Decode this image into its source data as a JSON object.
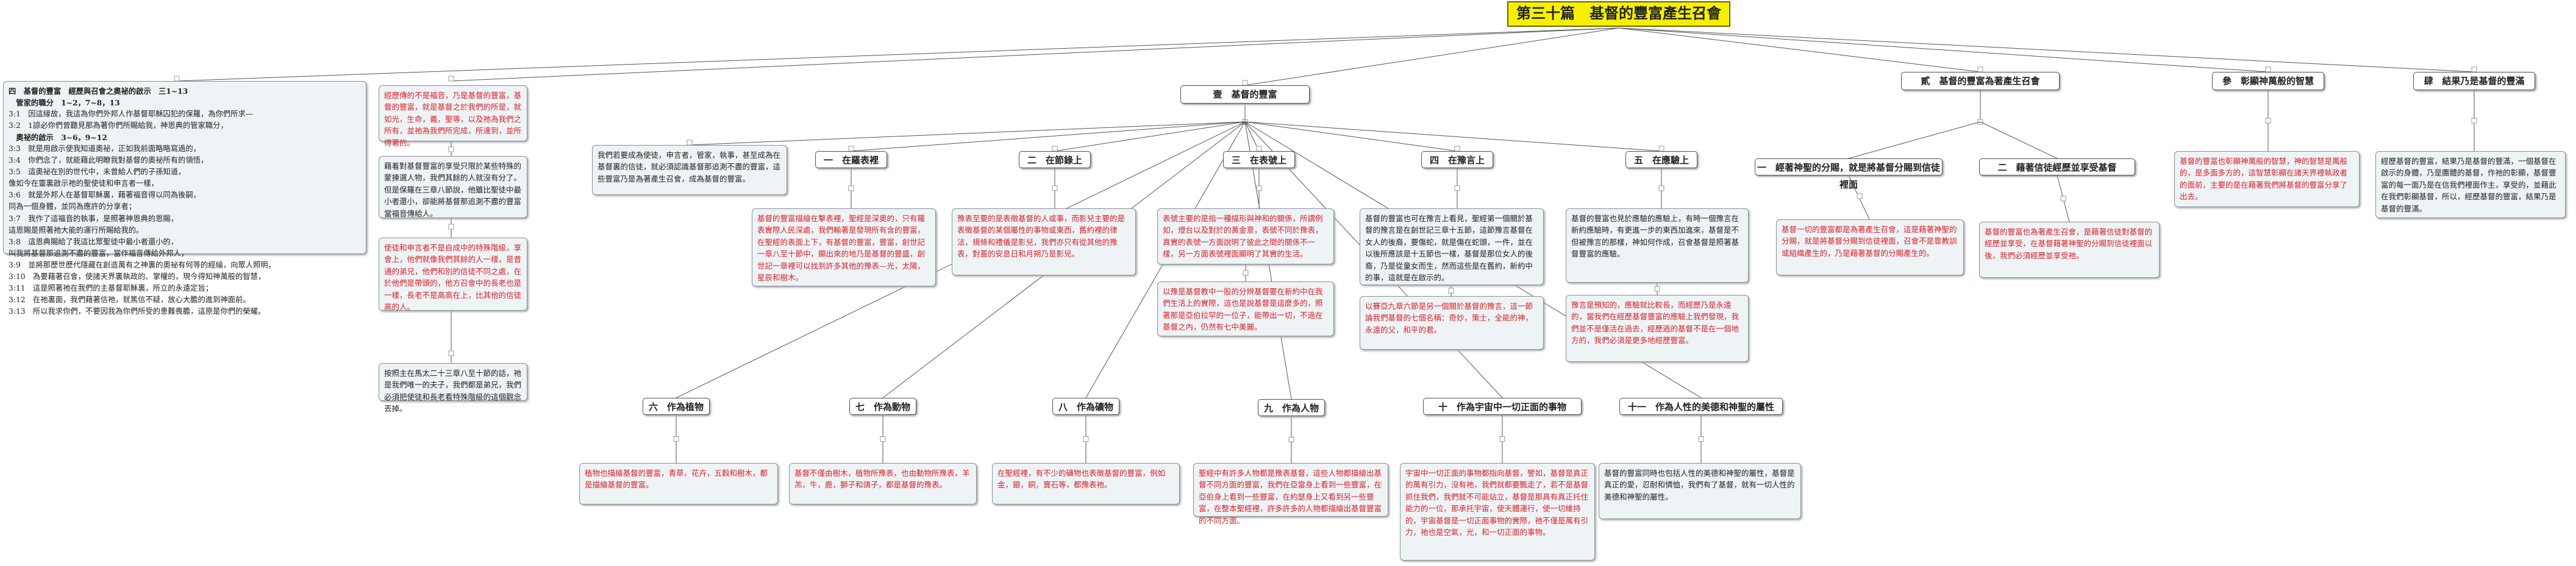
{
  "title": "第三十篇　基督的豐富產生召會",
  "outline": {
    "lines": [
      {
        "t": "四　基督的豐富　經歷與召會之奧祕的啟示　三1~13",
        "b": true
      },
      {
        "t": "　管家的職分　1~2，7~8，13",
        "b": true
      },
      {
        "t": "3:1　因這緣故，我這為你們外邦人作基督耶穌囚犯的保羅，為你們所求—",
        "b": false
      },
      {
        "t": "3:2　1諒必你們曾聽見那為著你們所賜給我，神恩典的管家職分，",
        "b": false
      },
      {
        "t": "　奧祕的啟示　3~6，9~12",
        "b": true
      },
      {
        "t": "3:3　就是用啟示使我知道奧祕，正如我前面略略寫過的，",
        "b": false
      },
      {
        "t": "3:4　你們念了，就能藉此明瞭我對基督的奧祕所有的領悟，",
        "b": false
      },
      {
        "t": "3:5　這奧祕在別的世代中，未曾給人們的子孫知道，",
        "b": false
      },
      {
        "t": "像如今在靈裏啟示祂的聖使徒和申言者一樣，",
        "b": false
      },
      {
        "t": "3:6　就是外邦人在基督耶穌裏，藉著福音得以同為後嗣，",
        "b": false
      },
      {
        "t": "同為一個身體，並同為應許的分享者；",
        "b": false
      },
      {
        "t": "3:7　我作了這福音的執事，是照著神恩典的恩賜，",
        "b": false
      },
      {
        "t": "這恩賜是照著祂大能的運行所賜給我的。",
        "b": false
      },
      {
        "t": "3:8　這恩典賜給了我這比眾聖徒中最小者還小的，",
        "b": false
      },
      {
        "t": "叫我將基督那追測不盡的豐富，當作福音傳給外邦人，",
        "b": false
      },
      {
        "t": "3:9　並將那歷世歷代隱藏在創造萬有之神裏的奧祕有何等的經綸，向眾人照明，",
        "b": false
      },
      {
        "t": "3:10　為要藉著召會，使諸天界裏執政的、掌權的，現今得知神萬般的智慧，",
        "b": false
      },
      {
        "t": "3:11　這是照著祂在我們的主基督耶穌裏，所立的永遠定旨；",
        "b": false
      },
      {
        "t": "3:12　在祂裏面，我們藉著信祂，就篤信不疑，放心大膽的進到神面前。",
        "b": false
      },
      {
        "t": "3:13　所以我求你們，不要因我為你們所受的患難喪膽，這原是你們的榮耀。",
        "b": false
      }
    ]
  },
  "left_col": {
    "box1": "經歷傳的不是福音，乃是基督的豐富，基督的豐富，就是基督之於我們的所是，就如光，生命，義，聖等，以及祂為我們之所有，並祂為我們所完成，所達到，並所得著的。",
    "box2": "藉着對基督豐富的享受只限於某些特殊的蒙揀選人物，我們其餘的人就沒有分了。但是保羅在三章八節說，他雖比聖徒中最小者還小，卻能將基督那追測不盡的豐富當福音傳給人。",
    "box3": "使徒和申言者不是自成中的特殊階級，享會上，他們就像我們其餘的人一樣，是普通的弟兄，他們和別的信徒不同之處，在於他們是帶頭的，他方召會中的長老也是一樣，長老不是高高在上，比其他的信徒高的人。",
    "box4": "按照主在馬太二十三章八至十節的話，祂是我們唯一的夫子，我們都是弟兄，我們必須把使徒和長老看特殊階級的這個觀念丟掉。"
  },
  "center": {
    "header": "壹　基督的豐富",
    "intro": "我們若要成為使徒，申言者，管家，執事，甚至成為在基督裏的信徒，就必須認識基督那追測不盡的豐富，這些豐富乃是為著產生召會，成為基督的豐富。",
    "cols": [
      {
        "header": "一　在羅表裡",
        "body": "基督的豐富描繪在擊表裡，聖經是深奧的，只有羅表實際人民深處，我們輸著是發現所有含的豐富，在聖經的表面上下，有基督的豐富，豐富，創世記一章八至十節中，顯出來的地乃是基督的豐盛，創世記一章裡可以找到許多其他的豫表—光，太陽，星辰和樹木。"
      },
      {
        "header": "二　在節錄上",
        "body": "豫表至要的是表徵基督的人或事，而影兒主要的是表徵基督的某個屬性的事物或東西，舊約裡的律法，規條和禮儀是影兒，我們亦只有從其他的豫表，對蓋的安息日和月朔乃是影兒。"
      },
      {
        "header": "三　在表號上",
        "body": "表號主要的是指一種描形與神和的關係，所謂例如，燈台以及對於的黃金意，表號不同於豫表，真實的表號一方面說明了彼此之間的關係不一樣，另一方面表號裡面顯明了其實的生活。"
      },
      {
        "header": "四　在豫言上",
        "body": "基督的豐富也可在豫言上看見，聖經第一個關於基督的豫言是在創世記三章十五節，這節豫言基督在女人的後裔，要傷蛇，就是傷在蛇頭，一件，並在以後所應該是十五節也一樣，基督是那位女人的後裔，乃是從童女而生，然而這些是在舊約，新約中的事，這就是在啟示的。"
      },
      {
        "header": "五　在應驗上",
        "body": "基督的豐富也見於應驗的應驗上，有時一個豫言在新約應驗時，有更進一步的東西加進來，基督是不但被豫言的那樣，神如何作成，召會基督是照著基督豐富的應驗。"
      }
    ],
    "col_sub": {
      "third": "以豫是基督教中一股的分辨基督要在新約中在我們生活上的實際，這也是說基督是這麼多的，照著那是亞伯拉罕的一位子，能帶出一切，不過在基督之內，仍然有七中美麗。",
      "fourth_red": "以賽亞九章六節是另一個關於基督的豫言，這一節論我們基督的七個名稱：奇妙，策士，全能的神，永遠的父，和平的君。",
      "fifth_red": "豫言是預知的，應驗就比較長，而經歷乃是永遠的，當我們在經歷基督豐富的應驗上我們發現，我們並不是僅活在過去，經歷過的基督不是在一個地方的，我們必須是更多地經歷豐富。"
    },
    "row2": [
      {
        "header": "六　作為植物",
        "body": "植物也描繪基督的豐富，青草，花卉，五穀和樹木，都是描繪基督的豐富。"
      },
      {
        "header": "七　作為動物",
        "body": "基督不僅由樹木，植物所豫表，也由動物所豫表，羊羔，牛，鹿，獅子和鴿子，都是基督的豫表。"
      },
      {
        "header": "八　作為礦物",
        "body": "在聖經裡，有不少的礦物也表徵基督的豐富，例如金，銀，銅，寶石等，都豫表祂。"
      },
      {
        "header": "九　作為人物",
        "body": "聖經中有許多人物都是豫表基督，這些人物都描繪出基督不同方面的豐富，我們在亞當身上看到一些豐富，在亞伯身上看到一些豐富，在約瑟身上又看到另一些豐富，在整本聖經裡，許多許多的人物都描繪出基督豐富的不同方面。"
      },
      {
        "header": "十　作為宇宙中一切正面的事物",
        "body": "宇宙中一切正面的事物都指向基督，譬如，基督是真正的萬有引力，沒有祂，我們就都要飄走了，若不是基督抓住我們，我們就不可能站立，基督是那具有真正托住能力的一位，那承托宇宙，使天體運行，使一切維持的，宇宙基督是一切正面事物的實際，祂不僅是萬有引力，祂也是空氣，光，和一切正面的事物。"
      },
      {
        "header": "十一　作為人性的美德和神聖的屬性",
        "body": "基督的豐富同時也包括人性的美德和神聖的屬性，基督是真正的愛，忍耐和憐恤，我們有了基督，就有一切人性的美德和神聖的屬性。"
      }
    ]
  },
  "right": {
    "h3": "貳　基督的豐富為著產生召會",
    "s1": {
      "header": "一　經著神聖的分賜，就是將基督分賜到信徒裡面",
      "body": "基督一切的豐富都是為著產生召會，這是藉著神聖的分賜，就是將基督分賜到信徒裡面，召會不是靠教訓或組織產生的，乃是藉著基督的分賜產生的。"
    },
    "s2": {
      "header": "二　藉著信徒經歷並享受基督",
      "body": "基督的豐富也為著產生召會，是藉著信徒對基督的經歷並享受，在基督藉著神聖的分賜到信徒裡面以後，我們必須經歷並享受祂。"
    },
    "h4": "參　彰顯神萬般的智慧",
    "h4_body": "基督的豐富也彰顯神萬般的智慧，神的智慧是萬般的，是多面多方的，這智慧彰顯在諸天界裡執政者的面前，主要的是在藉著我們將基督的豐富分享了出去。",
    "h5": "肆　結果乃是基督的豐滿",
    "h5_body": "經歷基督的豐富，結果乃是基督的豐滿，一個基督在啟示的身體，乃是團體的基督，作祂的彰顯，基督豐富的每一面乃是在信我們裡面作主，享受的，並藉此在我們彰顯基督，所以，經歷基督的豐富，結果乃是基督的豐滿。"
  }
}
